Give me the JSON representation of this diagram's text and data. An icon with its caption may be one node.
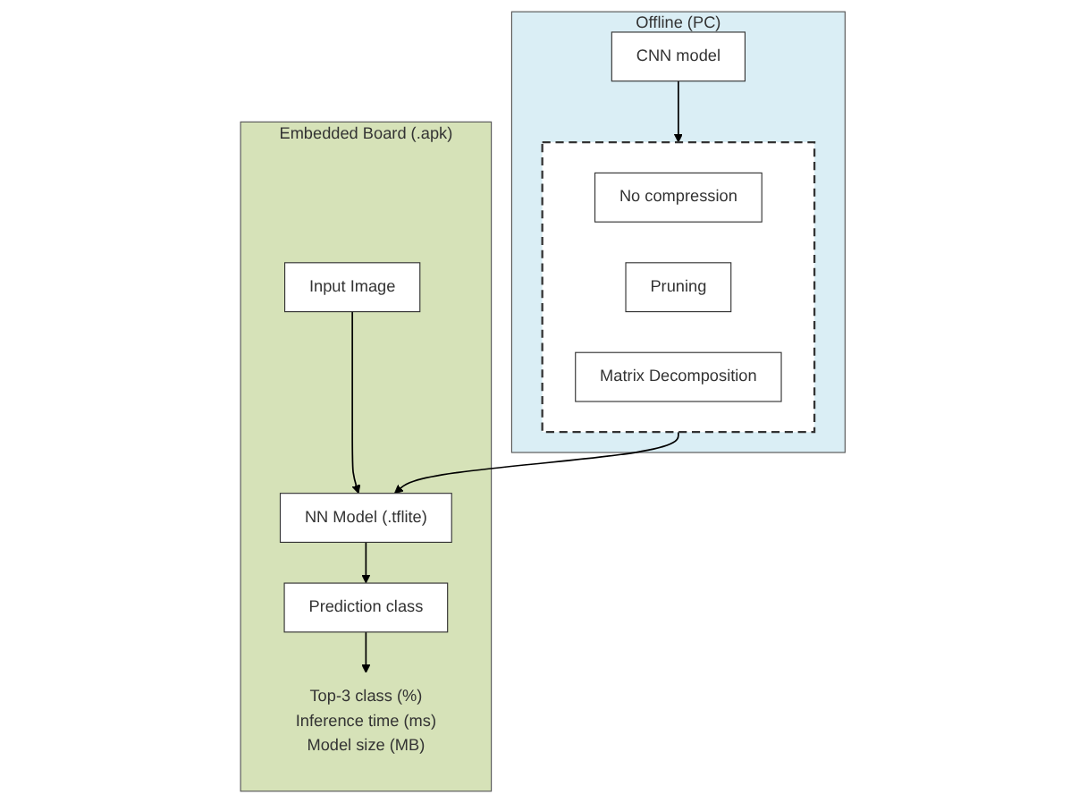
{
  "diagram": {
    "nodes": [
      {
        "text": [
          "Offline (PC)"
        ]
      },
      {
        "text": [
          "CNN model"
        ],
        "in": 0
      },
      {
        "text": [],
        "shape": "box",
        "in": 0
      },
      {
        "text": [
          "No compression"
        ],
        "in": 2
      },
      {
        "text": [
          "Pruning"
        ],
        "in": 2
      },
      {
        "text": [
          "Matrix Decomposition"
        ],
        "in": 2
      },
      {
        "text": [
          "Embedded Board (.apk)"
        ]
      },
      {
        "text": [
          "Input Image"
        ],
        "in": 6
      },
      {
        "text": [
          "NN Model (.tflite)"
        ],
        "in": 6
      },
      {
        "text": [
          "Prediction class"
        ],
        "in": 6
      },
      {
        "text": [
          "Top-3 class (%)",
          "Inference time (ms)",
          "Model size (MB)"
        ],
        "in": 6
      }
    ],
    "edges": [
      {
        "from": 1,
        "to": 2,
        "arrow": "to"
      },
      {
        "from": 2,
        "to": 8,
        "arrow": "to"
      },
      {
        "from": 7,
        "to": 8,
        "arrow": "to"
      },
      {
        "from": 8,
        "to": 9,
        "arrow": "to"
      },
      {
        "from": 9,
        "to": 10,
        "arrow": "to"
      }
    ]
  }
}
